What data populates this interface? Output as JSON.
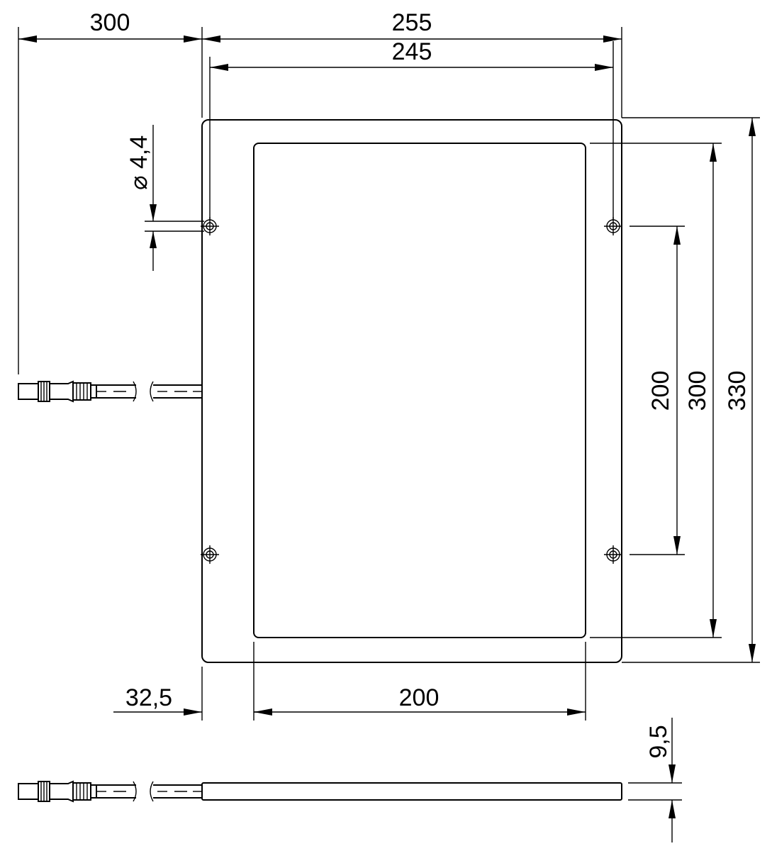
{
  "dimensions": {
    "cable_length": "300",
    "overall_width": "255",
    "hole_spacing_width": "245",
    "hole_diameter_symbol": "⌀",
    "hole_diameter": "4,4",
    "hole_spacing_height": "200",
    "window_height": "300",
    "overall_height": "330",
    "window_offset": "32,5",
    "window_width": "200",
    "thickness": "9,5"
  }
}
